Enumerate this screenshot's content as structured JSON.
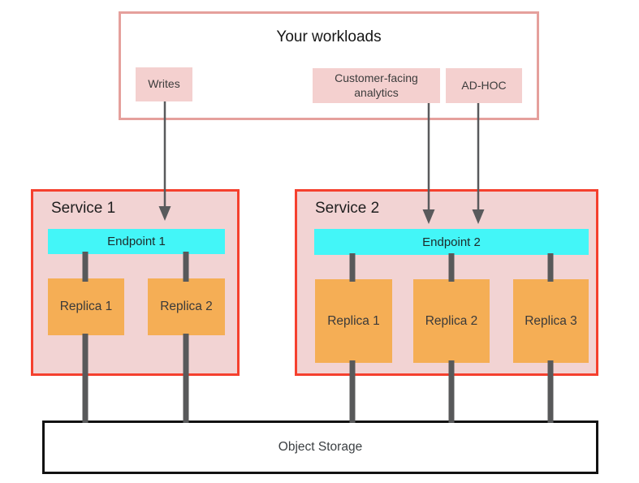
{
  "workloads": {
    "title": "Your workloads",
    "items": [
      {
        "label": "Writes"
      },
      {
        "label": "Customer-facing analytics"
      },
      {
        "label": "AD-HOC"
      }
    ]
  },
  "services": [
    {
      "name": "Service 1",
      "endpoint": "Endpoint 1",
      "replicas": [
        "Replica 1",
        "Replica 2"
      ]
    },
    {
      "name": "Service 2",
      "endpoint": "Endpoint 2",
      "replicas": [
        "Replica 1",
        "Replica 2",
        "Replica 3"
      ]
    }
  ],
  "storage": {
    "label": "Object Storage"
  },
  "colors": {
    "workloads_border": "#e5a09c",
    "workload_chip_fill": "#f4d0cf",
    "service_border": "#f5402e",
    "service_fill": "#f2d3d3",
    "endpoint_fill": "#43f6f8",
    "replica_fill": "#f5ae55",
    "connector_gray": "#58595a",
    "storage_border": "#121212"
  }
}
